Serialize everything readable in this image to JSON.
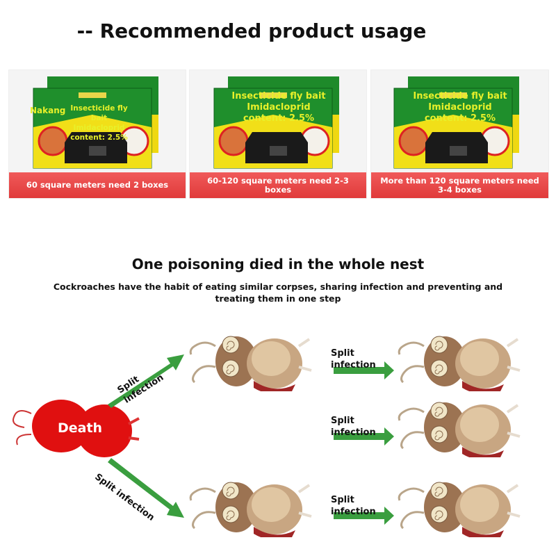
{
  "title": "-- Recommended product usage",
  "products": [
    {
      "brand": "Nakang",
      "box_text": "Insecticide fly bait Imidacloprid content: 2.5%",
      "caption": "60 square meters need 2 boxes"
    },
    {
      "brand": "",
      "box_text": "Insecticide fly bait Imidacloprid content: 2.5%",
      "caption": "60-120 square meters need 2-3 boxes"
    },
    {
      "brand": "",
      "box_text": "Insecticide fly bait Imidacloprid content: 2.5%",
      "caption": "More than 120 square meters need 3-4 boxes"
    }
  ],
  "section": {
    "heading": "One poisoning died in the whole nest",
    "subtitle": "Cockroaches have the habit of eating similar corpses, sharing infection and preventing and treating them in one step"
  },
  "diagram": {
    "origin_label": "Death",
    "arrow_labels": [
      "Split infection",
      "Split infection",
      "Split infection",
      "Split infection",
      "Split infection"
    ],
    "colors": {
      "arrow": "#3a9e3f",
      "death": "#e01010",
      "caption_bar": "#e84848"
    }
  }
}
